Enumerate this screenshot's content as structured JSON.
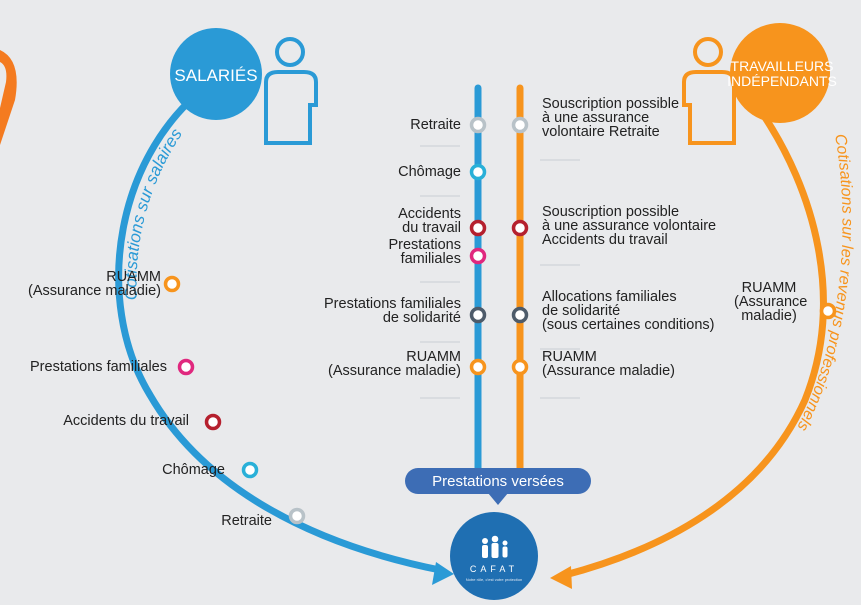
{
  "colors": {
    "background": "#e9eaec",
    "salaried_blue": "#2a9ad6",
    "independent_orange": "#f7941d",
    "retraite_gray": "#b8c2c8",
    "chomage_cyan": "#29b0d8",
    "accidents_red": "#b5202e",
    "prestations_pink": "#e0287e",
    "solidarite_slate": "#4d5b6a",
    "ruamm_orange": "#f7941d",
    "badge_navy": "#3d6db5",
    "cafat_blue": "#1f6fb2"
  },
  "salaries": {
    "title": "SALARIÉS",
    "arc_label": "Cotisations sur salaires",
    "items": [
      {
        "label": "RUAMM\n(Assurance maladie)",
        "color": "#f7941d"
      },
      {
        "label": "Prestations familiales",
        "color": "#e0287e"
      },
      {
        "label": "Accidents du travail",
        "color": "#b5202e"
      },
      {
        "label": "Chômage",
        "color": "#29b0d8"
      },
      {
        "label": "Retraite",
        "color": "#b8c2c8"
      }
    ]
  },
  "independants": {
    "title_line1": "TRAVAILLEURS",
    "title_line2": "INDÉPENDANTS",
    "arc_label": "Cotisations sur les revenus professionnels",
    "items": [
      {
        "label": "RUAMM\n(Assurance\nmaladie)",
        "color": "#f7941d"
      }
    ]
  },
  "center": {
    "left_items": [
      {
        "label": "Retraite",
        "color": "#b8c2c8"
      },
      {
        "label": "Chômage",
        "color": "#29b0d8"
      },
      {
        "label": "Accidents\ndu travail",
        "color": "#b5202e"
      },
      {
        "label": "Prestations\nfamiliales",
        "color": "#e0287e"
      },
      {
        "label": "Prestations familiales\nde solidarité",
        "color": "#4d5b6a"
      },
      {
        "label": "RUAMM\n(Assurance maladie)",
        "color": "#f7941d"
      }
    ],
    "right_items": [
      {
        "label": "Souscription possible\nà une assurance\nvolontaire Retraite",
        "color": "#b8c2c8"
      },
      {
        "label": "Souscription possible\nà une assurance volontaire\nAccidents du travail",
        "color": "#b5202e"
      },
      {
        "label": "Allocations familiales\nde solidarité\n(sous certaines conditions)",
        "color": "#4d5b6a"
      },
      {
        "label": "RUAMM\n(Assurance maladie)",
        "color": "#f7941d"
      }
    ],
    "badge": "Prestations versées"
  },
  "cafat": {
    "name": "CAFAT",
    "tagline": "Notre rôle, c'est votre protection"
  }
}
